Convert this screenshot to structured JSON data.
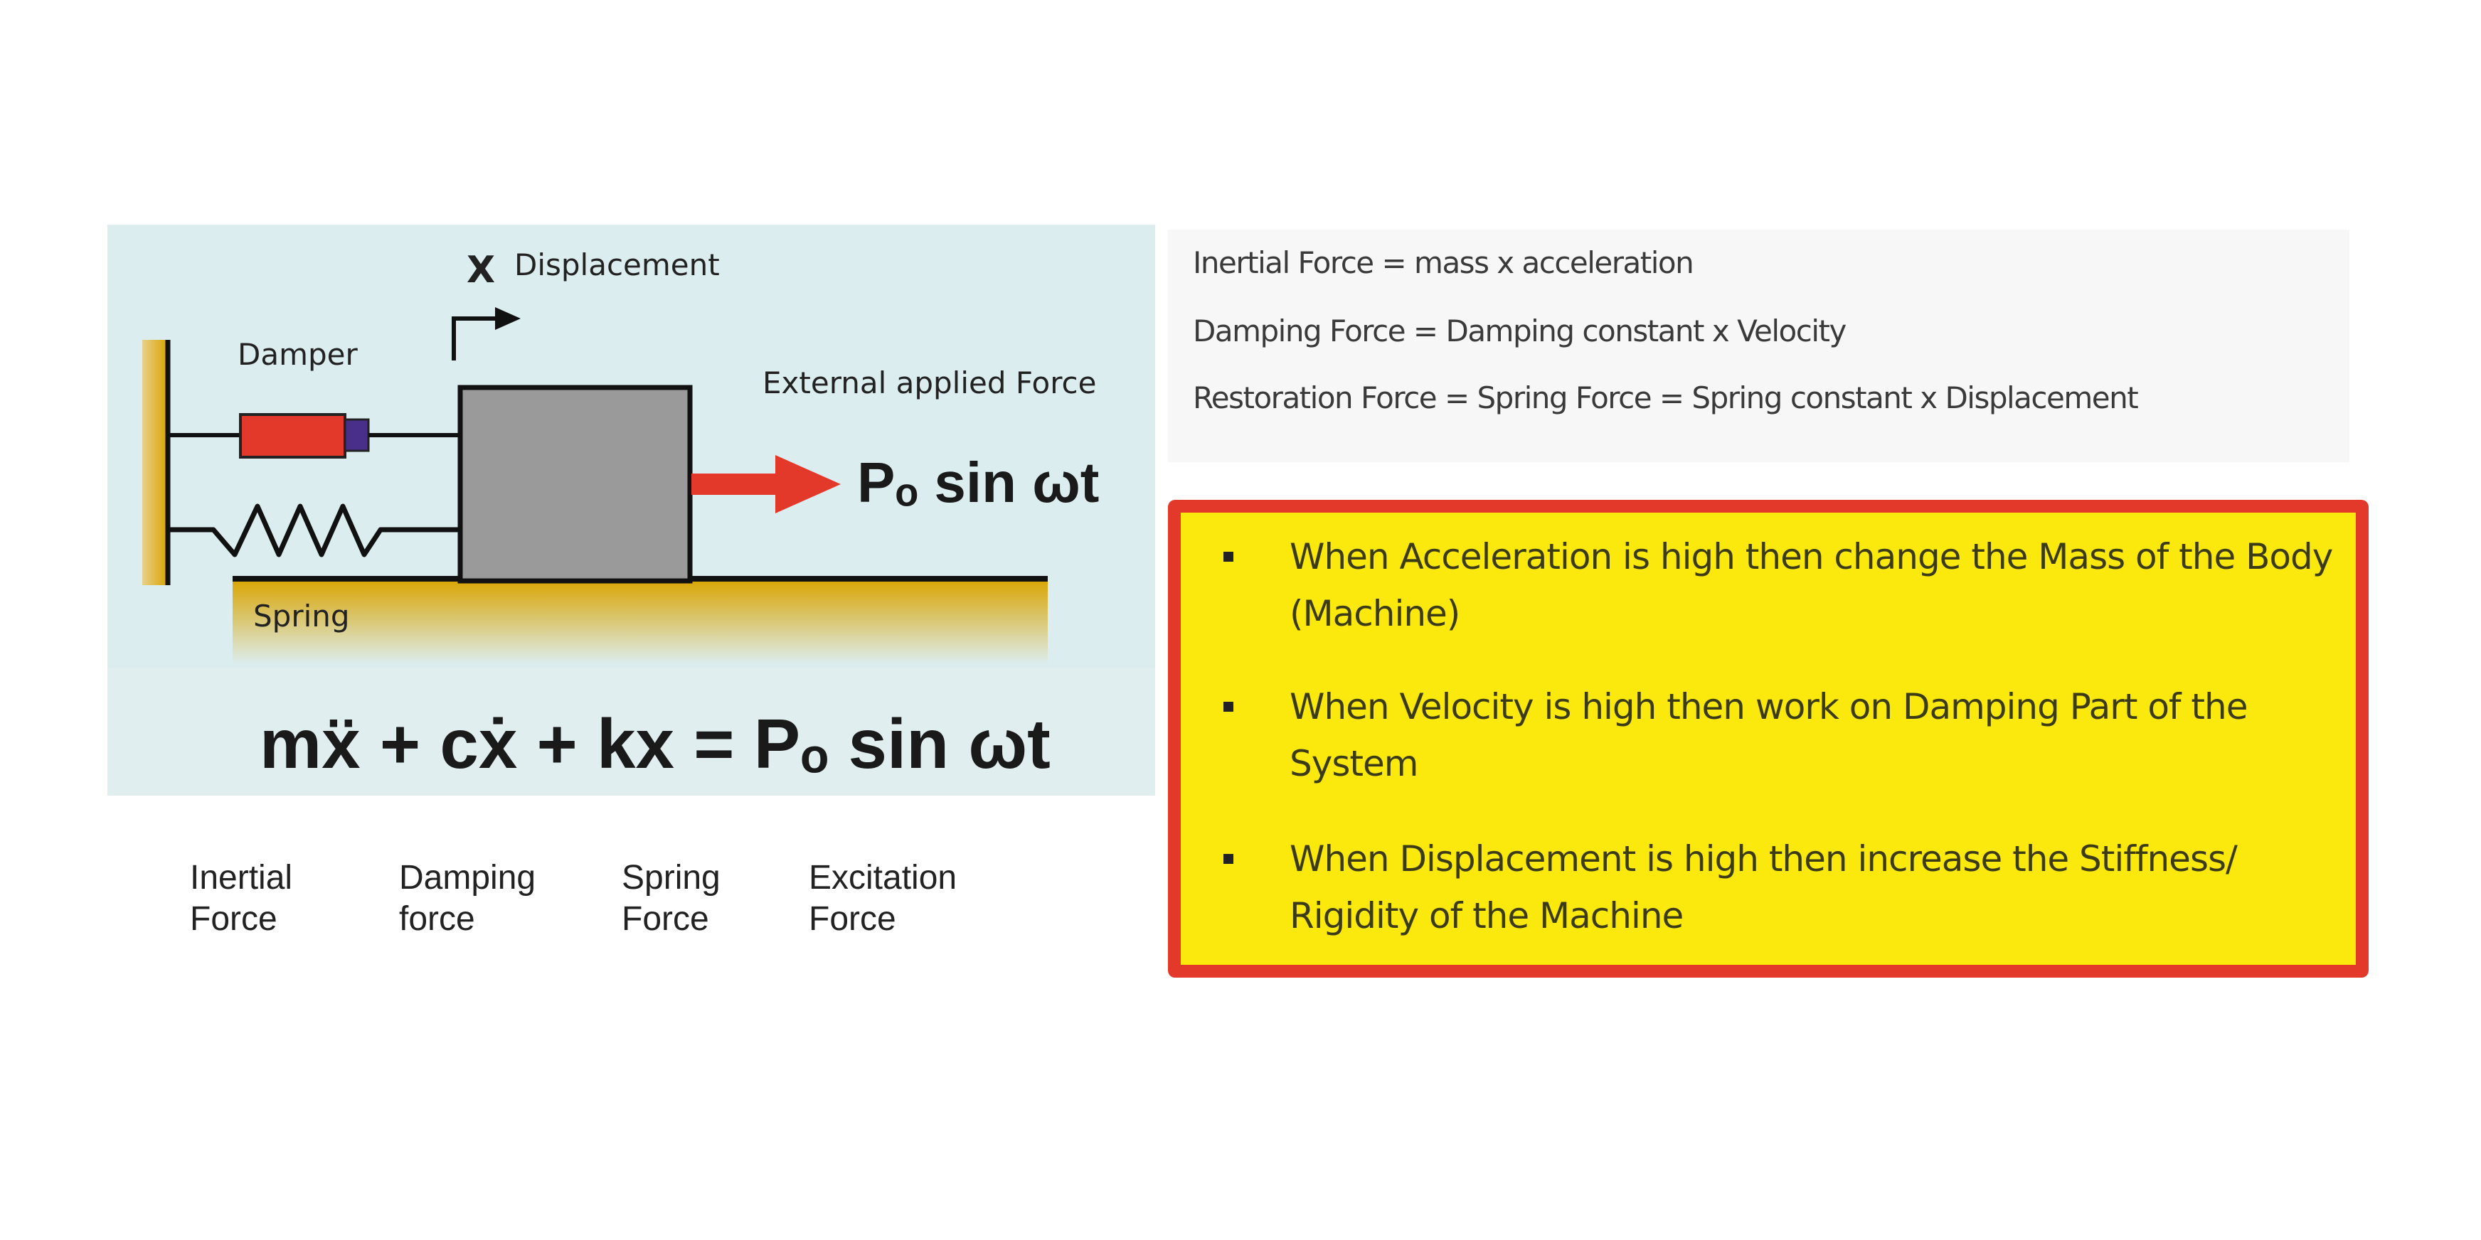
{
  "diagram": {
    "displacement_symbol": "X",
    "displacement_label": "Displacement",
    "damper_label": "Damper",
    "spring_label": "Spring",
    "external_force_label": "External applied Force",
    "force_expression": "Pₒ sin ωt",
    "equation": "mẍ + cẋ + kx = Pₒ sin ωt",
    "colors": {
      "panel": "#dcedef",
      "damper": "#e2392a",
      "damper_cap": "#4a2f8a",
      "mass": "#9a9a9a",
      "ground": "#d9a400",
      "arrow": "#e2392a"
    }
  },
  "term_labels": [
    {
      "line1": "Inertial",
      "line2": "Force"
    },
    {
      "line1": "Damping",
      "line2": "force"
    },
    {
      "line1": "Spring",
      "line2": "Force"
    },
    {
      "line1": "Excitation",
      "line2": "Force"
    }
  ],
  "definitions": [
    "Inertial Force = mass x acceleration",
    "Damping Force = Damping constant x Velocity",
    "Restoration Force = Spring Force = Spring constant x Displacement"
  ],
  "tips": [
    "When Acceleration is high then change the Mass of the Body (Machine)",
    "When Velocity is high then work on Damping Part of the System",
    "When Displacement is high then increase the Stiffness/ Rigidity of the Machine"
  ]
}
